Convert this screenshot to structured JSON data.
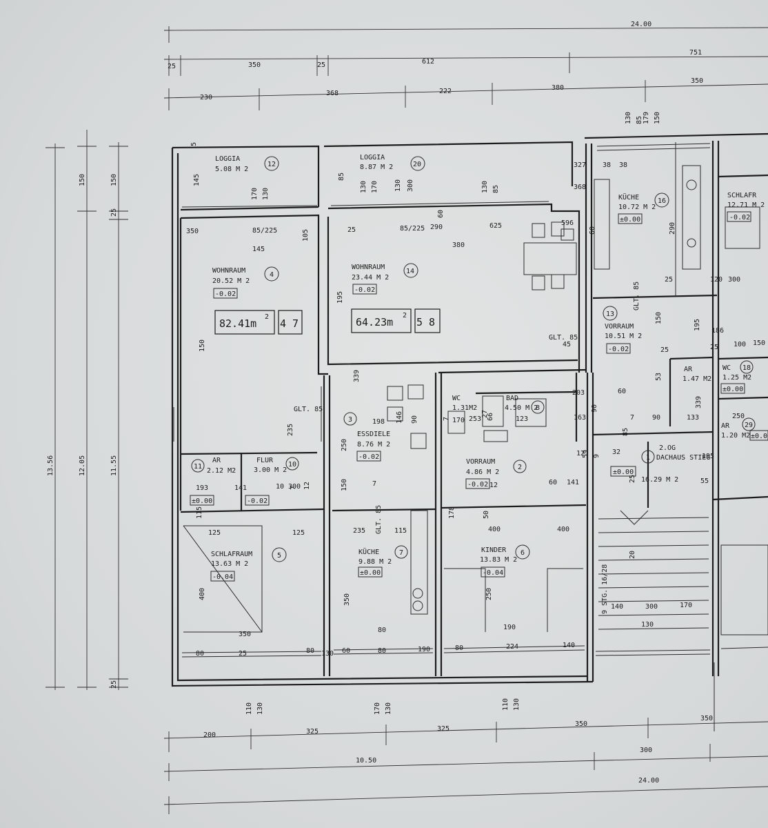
{
  "rooms": [
    {
      "id": "loggia-12",
      "name": "LOGGIA",
      "area": "5.08 M 2",
      "num": "12"
    },
    {
      "id": "loggia-20",
      "name": "LOGGIA",
      "area": "8.87 M 2",
      "num": "20"
    },
    {
      "id": "kueche-16",
      "name": "KÜCHE",
      "area": "10.72 M 2",
      "num": "16",
      "level": "±0.00"
    },
    {
      "id": "schlaf-r",
      "name": "SCHLAFR",
      "area": "12.71 M 2",
      "level": "-0.02"
    },
    {
      "id": "wohn-4",
      "name": "WOHNRAUM",
      "area": "20.52 M 2",
      "num": "4",
      "level": "-0.02"
    },
    {
      "id": "wohn-14",
      "name": "WOHNRAUM",
      "area": "23.44 M 2",
      "num": "14",
      "level": "-0.02"
    },
    {
      "id": "vorraum-13",
      "name": "VORRAUM",
      "area": "10.51 M 2",
      "num": "13",
      "level": "-0.02"
    },
    {
      "id": "ar-top",
      "name": "AR",
      "area": "1.47 M2"
    },
    {
      "id": "wc-18",
      "name": "WC",
      "area": "1.25 M2",
      "num": "18",
      "level": "±0.00"
    },
    {
      "id": "essdiele-3",
      "name": "ESSDIELE",
      "area": "8.76 M 2",
      "num": "3",
      "level": "-0.02"
    },
    {
      "id": "wc-left",
      "name": "WC",
      "area": "1.31M2"
    },
    {
      "id": "bad-8",
      "name": "BAD",
      "area": "4.50 M 2",
      "num": "8"
    },
    {
      "id": "ar-29",
      "name": "AR",
      "area": "1.20 M2",
      "num": "29",
      "level": "±0.00"
    },
    {
      "id": "ar-11",
      "name": "AR",
      "area": "2.12 M2",
      "num": "11",
      "level": "±0.00"
    },
    {
      "id": "flur-10",
      "name": "FLUR",
      "area": "3.00 M 2",
      "num": "10",
      "level": "-0.02"
    },
    {
      "id": "vorraum-2",
      "name": "VORRAUM",
      "area": "4.86 M 2",
      "num": "2",
      "level": "-0.02"
    },
    {
      "id": "dachaus-1",
      "name": "DACHAUS STIEG",
      "area": "16.29 M 2",
      "num": "1",
      "level": "±0.00",
      "extra": "2.OG"
    },
    {
      "id": "schlaf-5",
      "name": "SCHLAFRAUM",
      "area": "13.63 M 2",
      "num": "5",
      "level": "-0.04"
    },
    {
      "id": "kueche-7",
      "name": "KÜCHE",
      "area": "9.88 M 2",
      "num": "7",
      "level": "±0.00"
    },
    {
      "id": "kinder-6",
      "name": "KINDER",
      "area": "13.83 M 2",
      "num": "6",
      "level": "-0.04"
    }
  ],
  "units": [
    {
      "area": "82.41m",
      "sup": "2",
      "code": "4 7"
    },
    {
      "area": "64.23m",
      "sup": "2",
      "code": "5 8"
    }
  ],
  "stair_label": "9 STG. 16/28",
  "glt": [
    "GLT. 85",
    "GLT. 85",
    "GLT. 85",
    "GLT. 85"
  ],
  "top_dims": {
    "overall": "24.00",
    "row1": [
      "25",
      "350",
      "25",
      "612",
      "751"
    ],
    "row2": [
      "230",
      "368",
      "222",
      "380",
      "350"
    ]
  },
  "bottom_dims": {
    "row1": [
      "200",
      "325",
      "325",
      "350",
      "350"
    ],
    "row2": [
      "300"
    ],
    "overall": [
      "10.50",
      "24.00"
    ]
  },
  "left_dims": [
    "13.56",
    "12.05",
    "11.55",
    "150",
    "150",
    "25",
    "25"
  ],
  "inner_dims": [
    "5",
    "145",
    "170",
    "130",
    "85",
    "130",
    "170",
    "130",
    "85",
    "130",
    "300",
    "130",
    "85",
    "38",
    "38",
    "327",
    "368",
    "60",
    "290",
    "350",
    "85/225",
    "145",
    "105",
    "25",
    "85/225",
    "290",
    "60",
    "625",
    "596",
    "380",
    "150",
    "195",
    "25",
    "45",
    "120",
    "25",
    "100",
    "150",
    "300",
    "150",
    "25",
    "195",
    "186",
    "203",
    "90",
    "60",
    "53",
    "7",
    "90",
    "163",
    "133",
    "339",
    "250",
    "339",
    "198",
    "146",
    "90",
    "7",
    "170",
    "253",
    "66",
    "123",
    "250",
    "150",
    "7",
    "193",
    "141",
    "10",
    "7",
    "12",
    "235",
    "115",
    "125",
    "125",
    "235",
    "115",
    "400",
    "400",
    "400",
    "350",
    "250",
    "350",
    "80",
    "190",
    "80",
    "25",
    "80",
    "130",
    "60",
    "80",
    "190",
    "80",
    "224",
    "140",
    "20",
    "140",
    "300",
    "170",
    "130",
    "110",
    "130",
    "170",
    "130",
    "110",
    "130",
    "179",
    "150",
    "25",
    "32",
    "12",
    "59",
    "9",
    "85",
    "195",
    "55",
    "60",
    "141",
    "12",
    "50",
    "178",
    "27",
    "300"
  ]
}
